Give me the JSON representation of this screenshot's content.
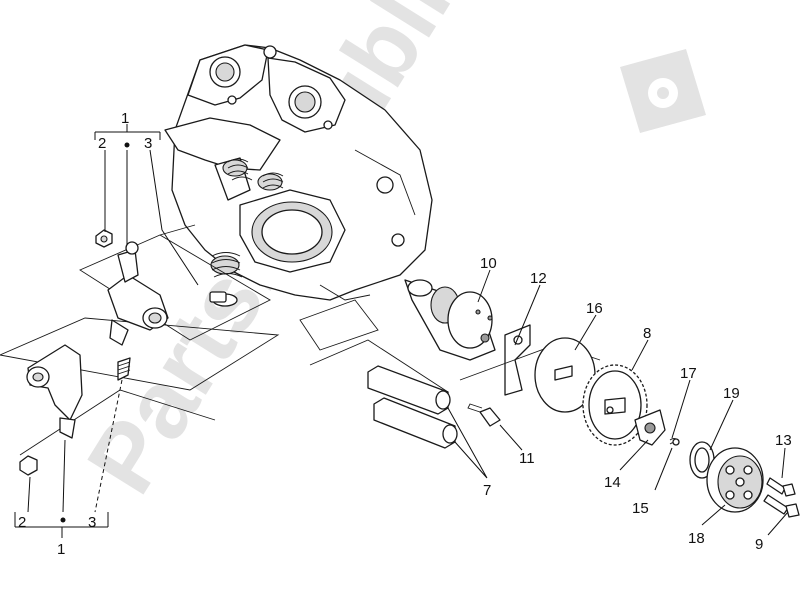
{
  "watermark": {
    "text": "PartsRepublik"
  },
  "callouts": [
    {
      "id": "1-top",
      "text": "1"
    },
    {
      "id": "2-top",
      "text": "2"
    },
    {
      "id": "3-top",
      "text": "3"
    },
    {
      "id": "2-bottom",
      "text": "2"
    },
    {
      "id": "3-bottom",
      "text": "3"
    },
    {
      "id": "1-bottom",
      "text": "1"
    },
    {
      "id": "10",
      "text": "10"
    },
    {
      "id": "12",
      "text": "12"
    },
    {
      "id": "16",
      "text": "16"
    },
    {
      "id": "8",
      "text": "8"
    },
    {
      "id": "17",
      "text": "17"
    },
    {
      "id": "19",
      "text": "19"
    },
    {
      "id": "13",
      "text": "13"
    },
    {
      "id": "11",
      "text": "11"
    },
    {
      "id": "7",
      "text": "7"
    },
    {
      "id": "14",
      "text": "14"
    },
    {
      "id": "15",
      "text": "15"
    },
    {
      "id": "18",
      "text": "18"
    },
    {
      "id": "9",
      "text": "9"
    }
  ],
  "colors": {
    "line": "#1a1a1a",
    "watermark": "#e3e3e3",
    "background": "#ffffff"
  }
}
